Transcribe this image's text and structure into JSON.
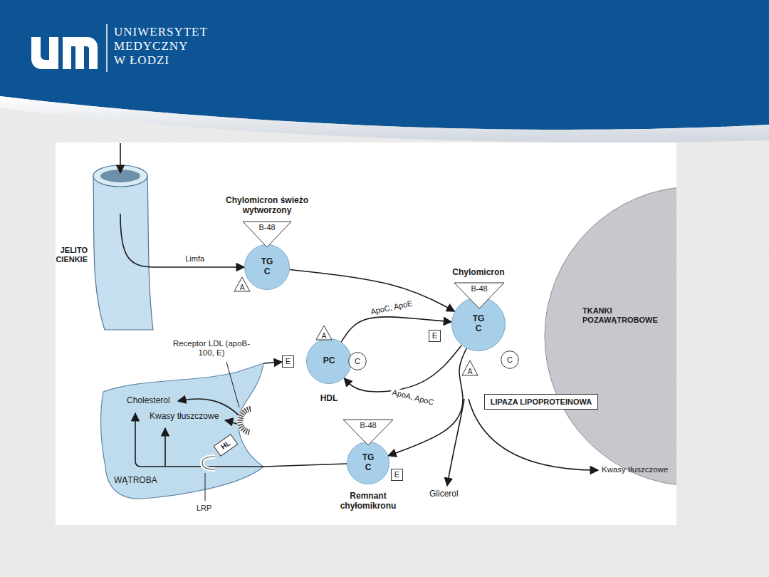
{
  "diagram": {
    "nodes": [
      {
        "text": [
          "JELITO CIENKIE"
        ]
      },
      {
        "text": [
          "Chylomicron świeżo wytworzony",
          "TG C"
        ]
      },
      {
        "text": [
          "B-48"
        ]
      },
      {
        "text": [
          "A"
        ]
      },
      {
        "text": [
          "Chylomicron",
          "TG C"
        ]
      },
      {
        "text": [
          "B-48"
        ]
      },
      {
        "text": [
          "E"
        ]
      },
      {
        "text": [
          "C"
        ]
      },
      {
        "text": [
          "A"
        ]
      },
      {
        "text": [
          "PC",
          "HDL"
        ]
      },
      {
        "text": [
          "A"
        ]
      },
      {
        "text": [
          "E"
        ]
      },
      {
        "text": [
          "C"
        ]
      },
      {
        "text": [
          "TG C",
          "Remnant chyłomikronu"
        ]
      },
      {
        "text": [
          "B-48"
        ]
      },
      {
        "text": [
          "E"
        ]
      },
      {
        "text": [
          "WĄTROBA"
        ]
      },
      {
        "text": [
          "TKANKI POZAWĄTROBOWE"
        ]
      },
      {
        "text": [
          "LIPAZA LIPOPROTEINOWA"
        ]
      },
      {
        "text": [
          "HL"
        ]
      }
    ],
    "edges": [
      {
        "from": 0,
        "to": 1,
        "label": "Limfa",
        "arrow": "to"
      },
      {
        "from": 1,
        "to": 4,
        "arrow": "to"
      },
      {
        "from": 9,
        "to": 4,
        "label": "ApoC, ApoE",
        "arrow": "to"
      },
      {
        "from": 4,
        "to": 9,
        "label": "ApoA, ApoC",
        "arrow": "to"
      },
      {
        "from": 4,
        "to": 13,
        "arrow": "to"
      },
      {
        "from": 16,
        "to": 11,
        "arrow": "to"
      },
      {
        "from": 13,
        "to": 16,
        "arrow": "none"
      }
    ],
    "labels": [
      "UNIWERSYTET",
      "MEDYCZNY",
      "W ŁODZI",
      "Receptor LDL (apoB-100, E)",
      "Cholesterol",
      "Kwasy tłuszczowe",
      "LRP",
      "Glicerol",
      "Kwasy tłuszczowe"
    ]
  }
}
